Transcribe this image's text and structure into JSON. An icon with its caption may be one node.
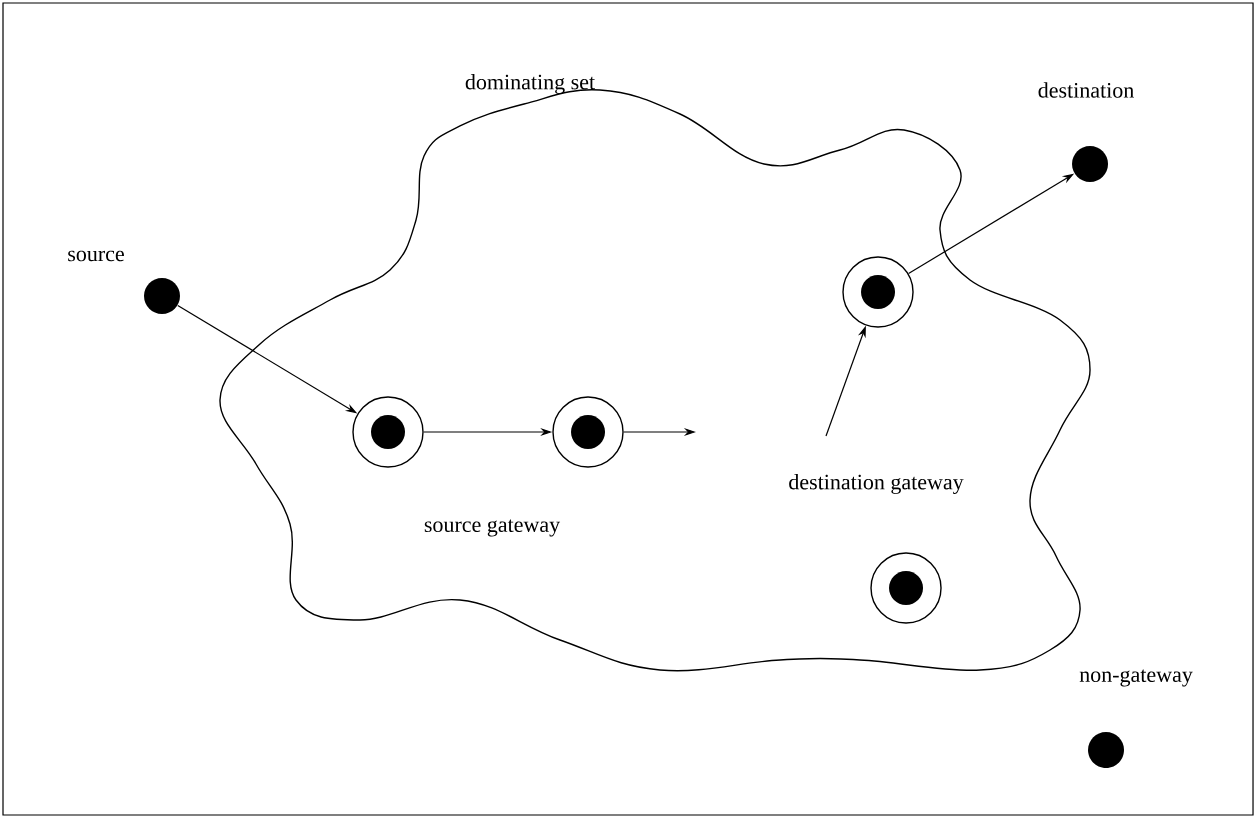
{
  "diagram": {
    "nodes": [
      {
        "text": [
          "dominating set"
        ]
      },
      {
        "text": [],
        "shape": "dot",
        "beside": [
          "source"
        ]
      },
      {
        "text": [],
        "shape": "circle",
        "in": 0,
        "beside": [
          "source gateway"
        ]
      },
      {
        "text": [],
        "shape": "circle",
        "in": 0
      },
      {
        "text": [],
        "shape": "circle",
        "in": 0
      },
      {
        "text": [],
        "shape": "circle",
        "in": 0
      },
      {
        "text": [],
        "shape": "dot",
        "beside": [
          "destination"
        ]
      },
      {
        "text": [],
        "shape": "dot",
        "beside": [
          "non-gateway"
        ]
      }
    ],
    "edges": [
      {
        "from": 1,
        "to": 2,
        "arrow": "to"
      },
      {
        "from": 2,
        "to": 3,
        "arrow": "to"
      },
      {
        "from": 3,
        "to": null,
        "arrow": "to"
      },
      {
        "from": null,
        "to": 4,
        "arrow": "to"
      },
      {
        "from": 4,
        "to": 6,
        "arrow": "to"
      }
    ],
    "labels": [
      "destination gateway"
    ]
  }
}
